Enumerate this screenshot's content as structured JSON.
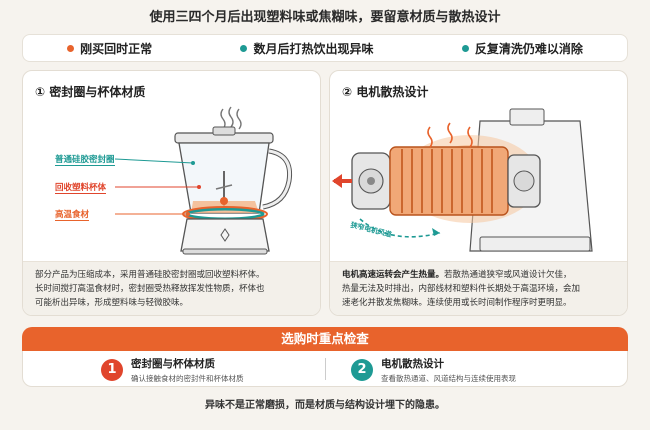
{
  "title": "使用三四个月后出现塑料味或焦糊味，要留意材质与散热设计",
  "symptoms": [
    {
      "label": "刚买回时正常",
      "color": "#e8632c"
    },
    {
      "label": "数月后打热饮出现异味",
      "color": "#1e9a94"
    },
    {
      "label": "反复清洗仍难以消除",
      "color": "#1e9a94"
    }
  ],
  "left_panel": {
    "heading": "① 密封圈与杯体材质",
    "callouts": [
      "普通硅胶密封圈",
      "回收塑料杯体",
      "高温食材"
    ],
    "text_lines": [
      "部分产品为压缩成本，采用普通硅胶密封圈或回收塑料杯体。",
      "长时间搅打高温食材时，密封圈受热释放挥发性物质，杯体也",
      "可能析出异味，形成塑料味与轻微胶味。"
    ]
  },
  "right_panel": {
    "heading": "② 电机散热设计",
    "airflow_label": "狭窄电机风道",
    "text_bold": "电机高速运转会产生热量。",
    "text_lines_first_rest": "若散热通道狭窄或风道设计欠佳，",
    "text_lines": [
      "热量无法及时排出，内部线材和塑料件长期处于高温环境，会加",
      "速老化并散发焦糊味。连续使用或长时间制作程序时更明显。"
    ]
  },
  "check": {
    "header": "选购时重点检查",
    "items": [
      {
        "num": "1",
        "title": "密封圈与杯体材质",
        "sub": "确认接触食材的密封件和杯体材质",
        "color": "#e0452c"
      },
      {
        "num": "2",
        "title": "电机散热设计",
        "sub": "查看散热通道、风道结构与连续使用表现",
        "color": "#1e9a94"
      }
    ]
  },
  "footer": "异味不是正常磨损，而是材质与结构设计埋下的隐患。"
}
